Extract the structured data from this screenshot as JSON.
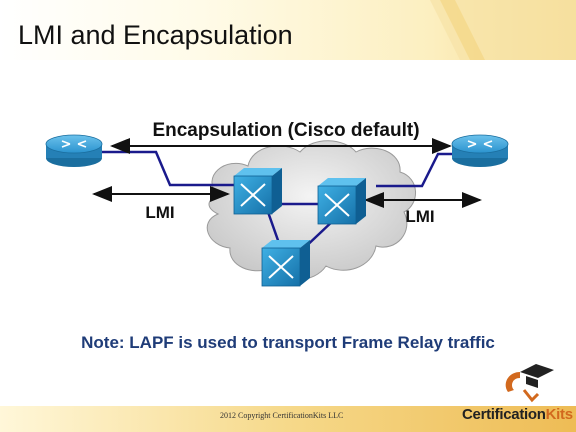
{
  "slide": {
    "title": "LMI and Encapsulation",
    "note": "Note: LAPF is used to transport Frame Relay traffic",
    "copyright": "2012 Copyright CertificationKits LLC"
  },
  "diagram": {
    "encapsulation_label": "Encapsulation (Cisco default)",
    "lmi_left_label": "LMI",
    "lmi_right_label": "LMI",
    "nodes": {
      "left_router": "router-icon",
      "right_router": "router-icon",
      "switches": [
        "frame-relay-switch-icon",
        "frame-relay-switch-icon",
        "frame-relay-switch-icon"
      ],
      "cloud": "frame-relay-cloud"
    }
  },
  "logo": {
    "brand_prefix": "Certification",
    "brand_suffix": "Kits",
    "icon": "graduation-cap-icon"
  },
  "colors": {
    "title_band": "#fdf3c8",
    "footer_band": "#f2c46a",
    "note_text": "#1f3c78",
    "link_line": "#1a1a8c",
    "switch_blue": "#1f8fc8",
    "router_blue": "#2b93cf",
    "logo_accent": "#d2691e"
  }
}
